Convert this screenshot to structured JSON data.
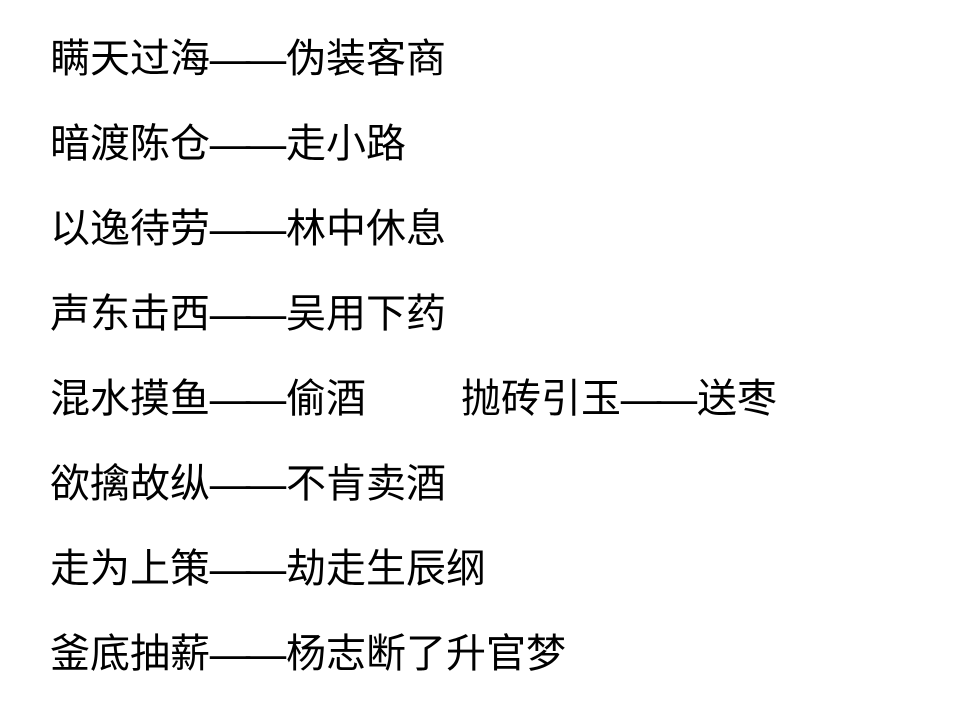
{
  "slide": {
    "background_color": "#ffffff",
    "text_color": "#000000",
    "dash": "——",
    "lines": [
      {
        "strategy": "瞒天过海",
        "meaning": "伪装客商"
      },
      {
        "strategy": "暗渡陈仓",
        "meaning": "走小路"
      },
      {
        "strategy": "以逸待劳",
        "meaning": "林中休息"
      },
      {
        "strategy": "声东击西",
        "meaning": "吴用下药"
      },
      {
        "strategy": "混水摸鱼",
        "meaning": "偷酒",
        "strategy2": "抛砖引玉",
        "meaning2": "送枣"
      },
      {
        "strategy": "欲擒故纵",
        "meaning": "不肯卖酒"
      },
      {
        "strategy": "走为上策",
        "meaning": "劫走生辰纲"
      },
      {
        "strategy": "釜底抽薪",
        "meaning": "杨志断了升官梦"
      }
    ]
  }
}
